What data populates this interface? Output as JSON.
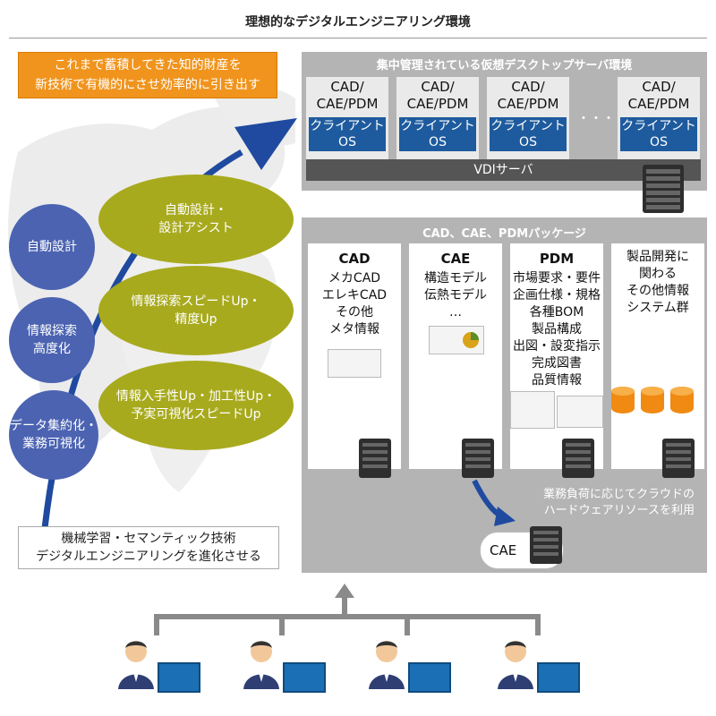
{
  "title": "理想的なデジタルエンジニアリング環境",
  "left": {
    "orange_box": [
      "これまで蓄積してきた知的財産を",
      "新技術で有機的にさせ効率的に引き出す"
    ],
    "circles": [
      {
        "lines": [
          "自動設計"
        ]
      },
      {
        "lines": [
          "情報探索",
          "高度化"
        ]
      },
      {
        "lines": [
          "データ集約化・",
          "業務可視化"
        ]
      }
    ],
    "ellipses": [
      {
        "lines": [
          "自動設計・",
          "設計アシスト"
        ]
      },
      {
        "lines": [
          "情報探索スピードUp・",
          "精度Up"
        ]
      },
      {
        "lines": [
          "情報入手性Up・加工性Up・",
          "予実可視化スピードUp"
        ]
      }
    ],
    "ml_box": [
      "機械学習・セマンティック技術",
      "デジタルエンジニアリングを進化させる"
    ]
  },
  "vdi": {
    "title": "集中管理されている仮想デスクトップサーバ環境",
    "card_top": [
      "CAD/",
      "CAE/PDM"
    ],
    "card_os": [
      "クライアント",
      "OS"
    ],
    "ellipsis": "・・・",
    "bar": "VDIサーバ"
  },
  "packages": {
    "title": "CAD、CAE、PDMパッケージ",
    "columns": [
      {
        "head": "CAD",
        "lines": [
          "メカCAD",
          "エレキCAD",
          "その他",
          "メタ情報"
        ]
      },
      {
        "head": "CAE",
        "lines": [
          "構造モデル",
          "伝熱モデル",
          "…"
        ]
      },
      {
        "head": "PDM",
        "lines": [
          "市場要求・要件",
          "企画仕様・規格",
          "各種BOM",
          "製品構成",
          "出図・設変指示",
          "完成図書",
          "品質情報"
        ]
      },
      {
        "head": "",
        "lines": [
          "製品開発に",
          "関わる",
          "その他情報",
          "システム群"
        ]
      }
    ],
    "cloud_note": [
      "業務負荷に応じてクラウドの",
      "ハードウェアリソースを利用"
    ],
    "cloud_label": "CAE"
  },
  "users_count": 4,
  "colors": {
    "orange": "#f0941d",
    "circle_blue": "#4b63b1",
    "ellipse_olive": "#a8aa1e",
    "os_blue": "#1e5b9e",
    "panel_gray": "#b4b4b4",
    "arrow_blue": "#1f4aa0"
  }
}
